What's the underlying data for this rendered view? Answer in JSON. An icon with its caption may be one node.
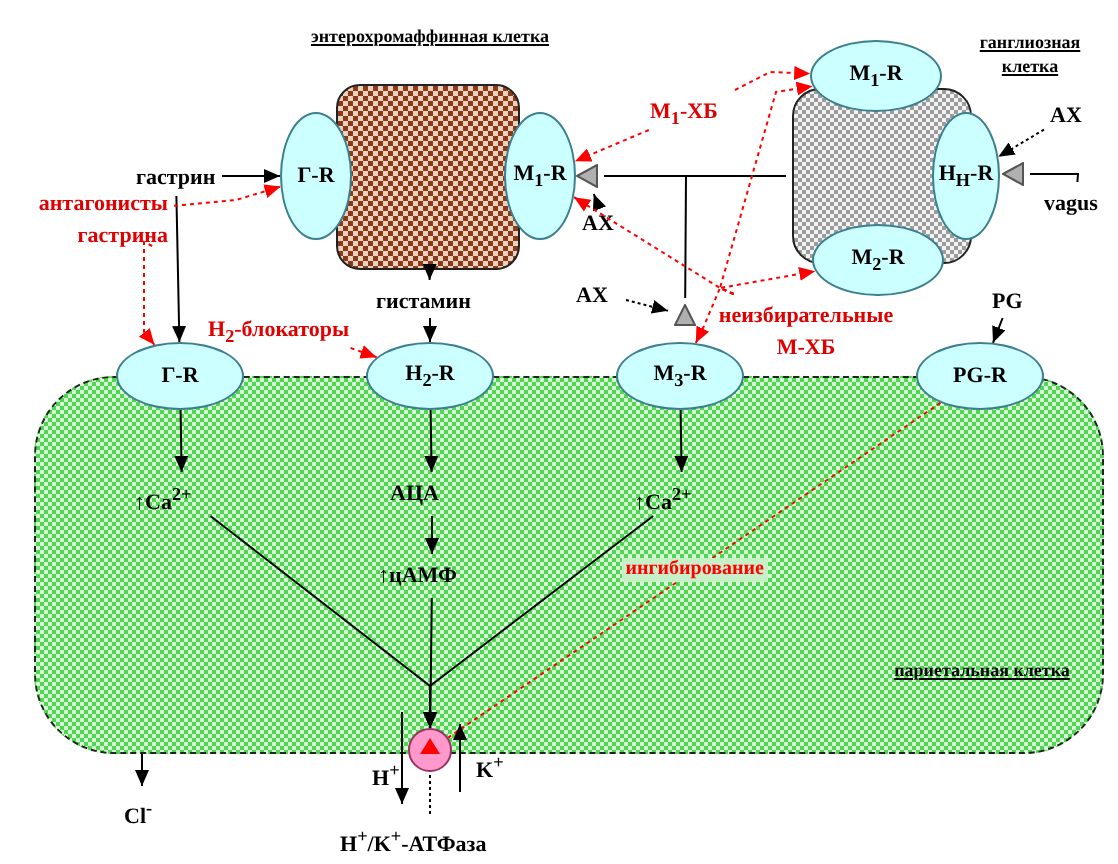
{
  "diagram": {
    "nodes": [
      {
        "text": [
          "энтерохромаффинная клетка"
        ]
      },
      {
        "text": [
          "Г-R"
        ]
      },
      {
        "text": [
          "M$_{1}$-R"
        ]
      },
      {
        "text": [
          "ганглиозная клетка"
        ]
      },
      {
        "text": [
          "M$_{1}$-R"
        ]
      },
      {
        "text": [
          "H$_{Н}$-R"
        ]
      },
      {
        "text": [
          "M$_{2}$-R"
        ]
      },
      {
        "text": [
          "париетальная клетка"
        ]
      },
      {
        "text": [
          "Г-R"
        ]
      },
      {
        "text": [
          "H$_{2}$-R"
        ]
      },
      {
        "text": [
          "M$_{3}$-R"
        ]
      },
      {
        "text": [
          "PG-R"
        ]
      },
      {
        "text": [
          "гастрин"
        ]
      },
      {
        "text": [
          "антагонисты гастрина"
        ]
      },
      {
        "text": [
          "гистамин"
        ]
      },
      {
        "text": [
          "H$_{2}$-блокаторы"
        ]
      },
      {
        "text": [
          "M$_{1}$-ХБ"
        ]
      },
      {
        "text": [
          "АХ"
        ]
      },
      {
        "text": [],
        "shape": "triangle"
      },
      {
        "text": [
          "АХ"
        ]
      },
      {
        "text": [],
        "shape": "triangle"
      },
      {
        "text": [
          "неизбирательные М-ХБ"
        ]
      },
      {
        "text": [
          "АХ"
        ]
      },
      {
        "text": [],
        "shape": "triangle"
      },
      {
        "text": [
          "vagus"
        ]
      },
      {
        "text": [
          "PG"
        ]
      },
      {
        "text": [
          "↑Ca$^{2+}$"
        ],
        "in": 7
      },
      {
        "text": [
          "АЦА"
        ],
        "in": 7
      },
      {
        "text": [
          "↑цАМФ"
        ],
        "in": 7
      },
      {
        "text": [
          "↑Ca$^{2+}$"
        ],
        "in": 7
      },
      {
        "text": [],
        "shape": "circle"
      },
      {
        "text": [
          "Cl$^{-}$"
        ]
      },
      {
        "text": [
          "H$^{+}$/K$^{+}$-АТФаза"
        ]
      }
    ],
    "edges": [
      {
        "from": 12,
        "to": 1,
        "arrow": "to"
      },
      {
        "from": 12,
        "to": 8,
        "arrow": "to"
      },
      {
        "from": 13,
        "to": 1,
        "arrow": "to",
        "style": "dashed",
        "color": "#ff0000"
      },
      {
        "from": 13,
        "to": 8,
        "arrow": "to",
        "style": "dashed",
        "color": "#ff0000"
      },
      {
        "from": 0,
        "to": 14,
        "arrow": "to"
      },
      {
        "from": 14,
        "to": 9,
        "arrow": "to"
      },
      {
        "from": 15,
        "to": 9,
        "arrow": "to",
        "style": "dashed",
        "color": "#ff0000"
      },
      {
        "from": 16,
        "to": 2,
        "arrow": "to",
        "style": "dashed",
        "color": "#ff0000"
      },
      {
        "from": 16,
        "to": 4,
        "arrow": "to",
        "style": "dashed",
        "color": "#ff0000"
      },
      {
        "from": 17,
        "to": 18,
        "arrow": "to",
        "style": "dashed"
      },
      {
        "from": 3,
        "to": 18,
        "arrow": "none"
      },
      {
        "from": 3,
        "to": 20,
        "arrow": "none"
      },
      {
        "from": 19,
        "to": 20,
        "arrow": "to",
        "style": "dashed"
      },
      {
        "from": 21,
        "to": 2,
        "arrow": "to",
        "style": "dashed",
        "color": "#ff0000"
      },
      {
        "from": 21,
        "to": 4,
        "arrow": "to",
        "style": "dashed",
        "color": "#ff0000"
      },
      {
        "from": 21,
        "to": 6,
        "arrow": "to",
        "style": "dashed",
        "color": "#ff0000"
      },
      {
        "from": 21,
        "to": 10,
        "arrow": "to",
        "style": "dashed",
        "color": "#ff0000"
      },
      {
        "from": 22,
        "to": 5,
        "arrow": "to",
        "style": "dashed"
      },
      {
        "from": 24,
        "to": 23,
        "arrow": "none"
      },
      {
        "from": 25,
        "to": 11,
        "arrow": "to"
      },
      {
        "from": 8,
        "to": 26,
        "arrow": "to"
      },
      {
        "from": 9,
        "to": 27,
        "arrow": "to"
      },
      {
        "from": 27,
        "to": 28,
        "arrow": "to"
      },
      {
        "from": 10,
        "to": 29,
        "arrow": "to"
      },
      {
        "from": 26,
        "to": 30,
        "arrow": "to"
      },
      {
        "from": 28,
        "to": 30,
        "arrow": "to"
      },
      {
        "from": 29,
        "to": 30,
        "arrow": "to"
      },
      {
        "from": 11,
        "to": 30,
        "arrow": "none",
        "label": "ингибирование",
        "style": "dashed",
        "color": "#ff0000"
      },
      {
        "from": 32,
        "to": 30,
        "arrow": "none",
        "style": "dashed"
      },
      {
        "from": 7,
        "to": 31,
        "arrow": "to"
      }
    ],
    "labels": [
      "H$^{+}$",
      "K$^{+}$"
    ]
  }
}
